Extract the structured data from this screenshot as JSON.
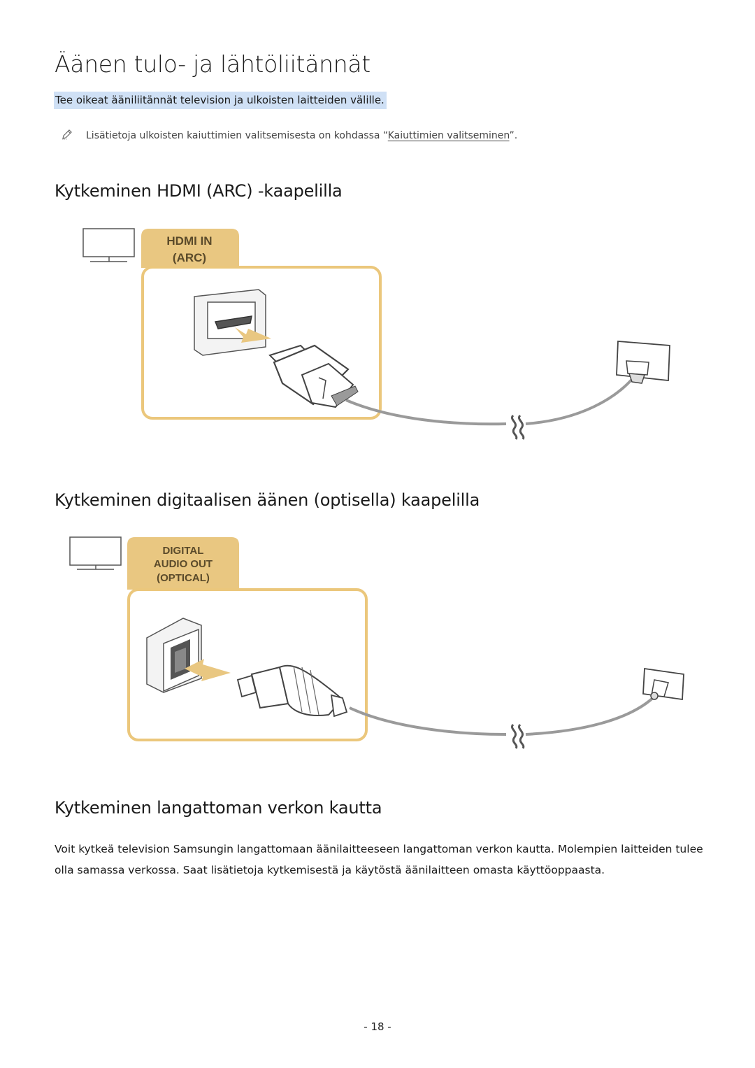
{
  "title": "Äänen tulo- ja lähtöliitännät",
  "intro": "Tee oikeat ääniliitännät television ja ulkoisten laitteiden välille.",
  "note": {
    "icon": "pencil-note-icon",
    "prefix": "Lisätietoja ulkoisten kaiuttimien valitsemisesta on kohdassa “",
    "link": "Kaiuttimien valitseminen",
    "suffix": "”."
  },
  "sections": [
    {
      "heading": "Kytkeminen HDMI (ARC) -kaapelilla",
      "port_label": [
        "HDMI IN",
        "(ARC)"
      ]
    },
    {
      "heading": "Kytkeminen digitaalisen äänen (optisella) kaapelilla",
      "port_label": [
        "DIGITAL",
        "AUDIO OUT",
        "(OPTICAL)"
      ]
    },
    {
      "heading": "Kytkeminen langattoman verkon kautta",
      "body": "Voit kytkeä television Samsungin langattomaan äänilaitteeseen langattoman verkon kautta. Molempien laitteiden tulee olla samassa verkossa. Saat lisätietoja kytkemisestä ja käytöstä äänilaitteen omasta käyttöoppaasta."
    }
  ],
  "colors": {
    "panel_border": "#ebc77c",
    "tab_fill": "#e9c781",
    "highlight": "#cfe0f5"
  },
  "page_number": "- 18 -"
}
